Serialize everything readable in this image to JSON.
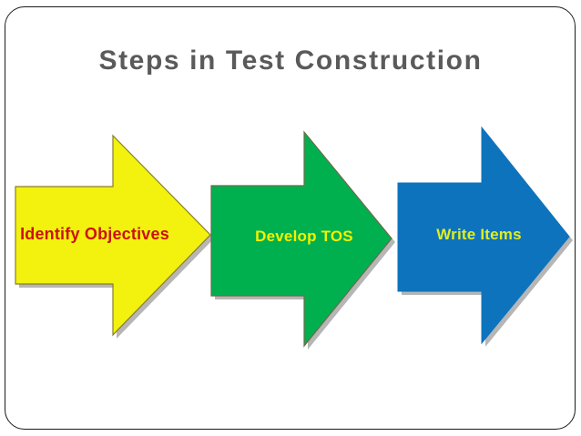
{
  "slide": {
    "title": "Steps in Test Construction",
    "title_color": "#5a5a5a",
    "background_color": "#ffffff",
    "border_color": "#1a1a1a"
  },
  "process": {
    "type": "linear-process-arrows",
    "direction": "left-to-right",
    "steps": [
      {
        "order": 1,
        "label": "Identify Objectives",
        "fill_color": "#f2f20e",
        "outline_color": "#8a7b2a",
        "text_color": "#cc1111",
        "shadow_color": "#a9a9a9"
      },
      {
        "order": 2,
        "label": "Develop TOS",
        "fill_color": "#00b04f",
        "outline_color": "#6b6b4a",
        "text_color": "#f2f200",
        "shadow_color": "#a9a9a9"
      },
      {
        "order": 3,
        "label": "Write Items",
        "fill_color": "#0e73bd",
        "outline_color": "#0e73bd",
        "text_color": "#e2ef1e",
        "shadow_color": "#a9a9a9"
      }
    ]
  }
}
